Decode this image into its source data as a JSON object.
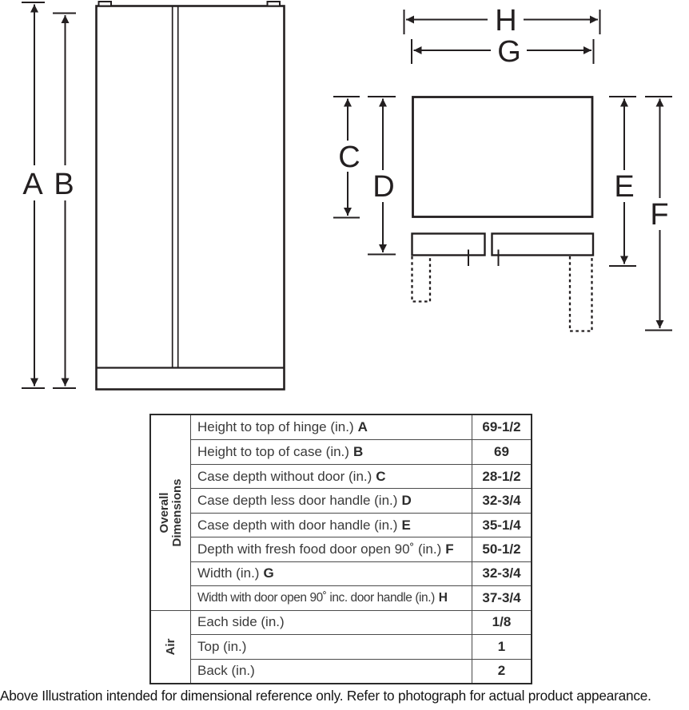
{
  "diagram": {
    "labels": {
      "a": "A",
      "b": "B",
      "c": "C",
      "d": "D",
      "e": "E",
      "f": "F",
      "g": "G",
      "h": "H"
    }
  },
  "table": {
    "groups": [
      {
        "line1": "Overall",
        "line2": "Dimensions"
      },
      {
        "line1": "Air",
        "line2": ""
      }
    ],
    "rows": [
      {
        "label": "Height to top of hinge (in.)",
        "letter": "A",
        "value": "69-1/2"
      },
      {
        "label": "Height to top of case (in.)",
        "letter": "B",
        "value": "69"
      },
      {
        "label": "Case depth without door (in.)",
        "letter": "C",
        "value": "28-1/2"
      },
      {
        "label": "Case depth less door handle (in.)",
        "letter": "D",
        "value": "32-3/4"
      },
      {
        "label": "Case depth with door handle (in.)",
        "letter": "E",
        "value": "35-1/4"
      },
      {
        "label": "Depth with fresh food door open 90˚ (in.)",
        "letter": "F",
        "value": "50-1/2"
      },
      {
        "label": "Width (in.)",
        "letter": "G",
        "value": "32-3/4"
      },
      {
        "label": "Width with door open 90˚ inc. door handle (in.)",
        "letter": "H",
        "value": "37-3/4"
      },
      {
        "label": "Each side (in.)",
        "letter": "",
        "value": "1/8"
      },
      {
        "label": "Top (in.)",
        "letter": "",
        "value": "1"
      },
      {
        "label": "Back (in.)",
        "letter": "",
        "value": "2"
      }
    ]
  },
  "footer": {
    "note": "Above Illustration intended for dimensional reference only. Refer to photograph for actual product appearance."
  }
}
